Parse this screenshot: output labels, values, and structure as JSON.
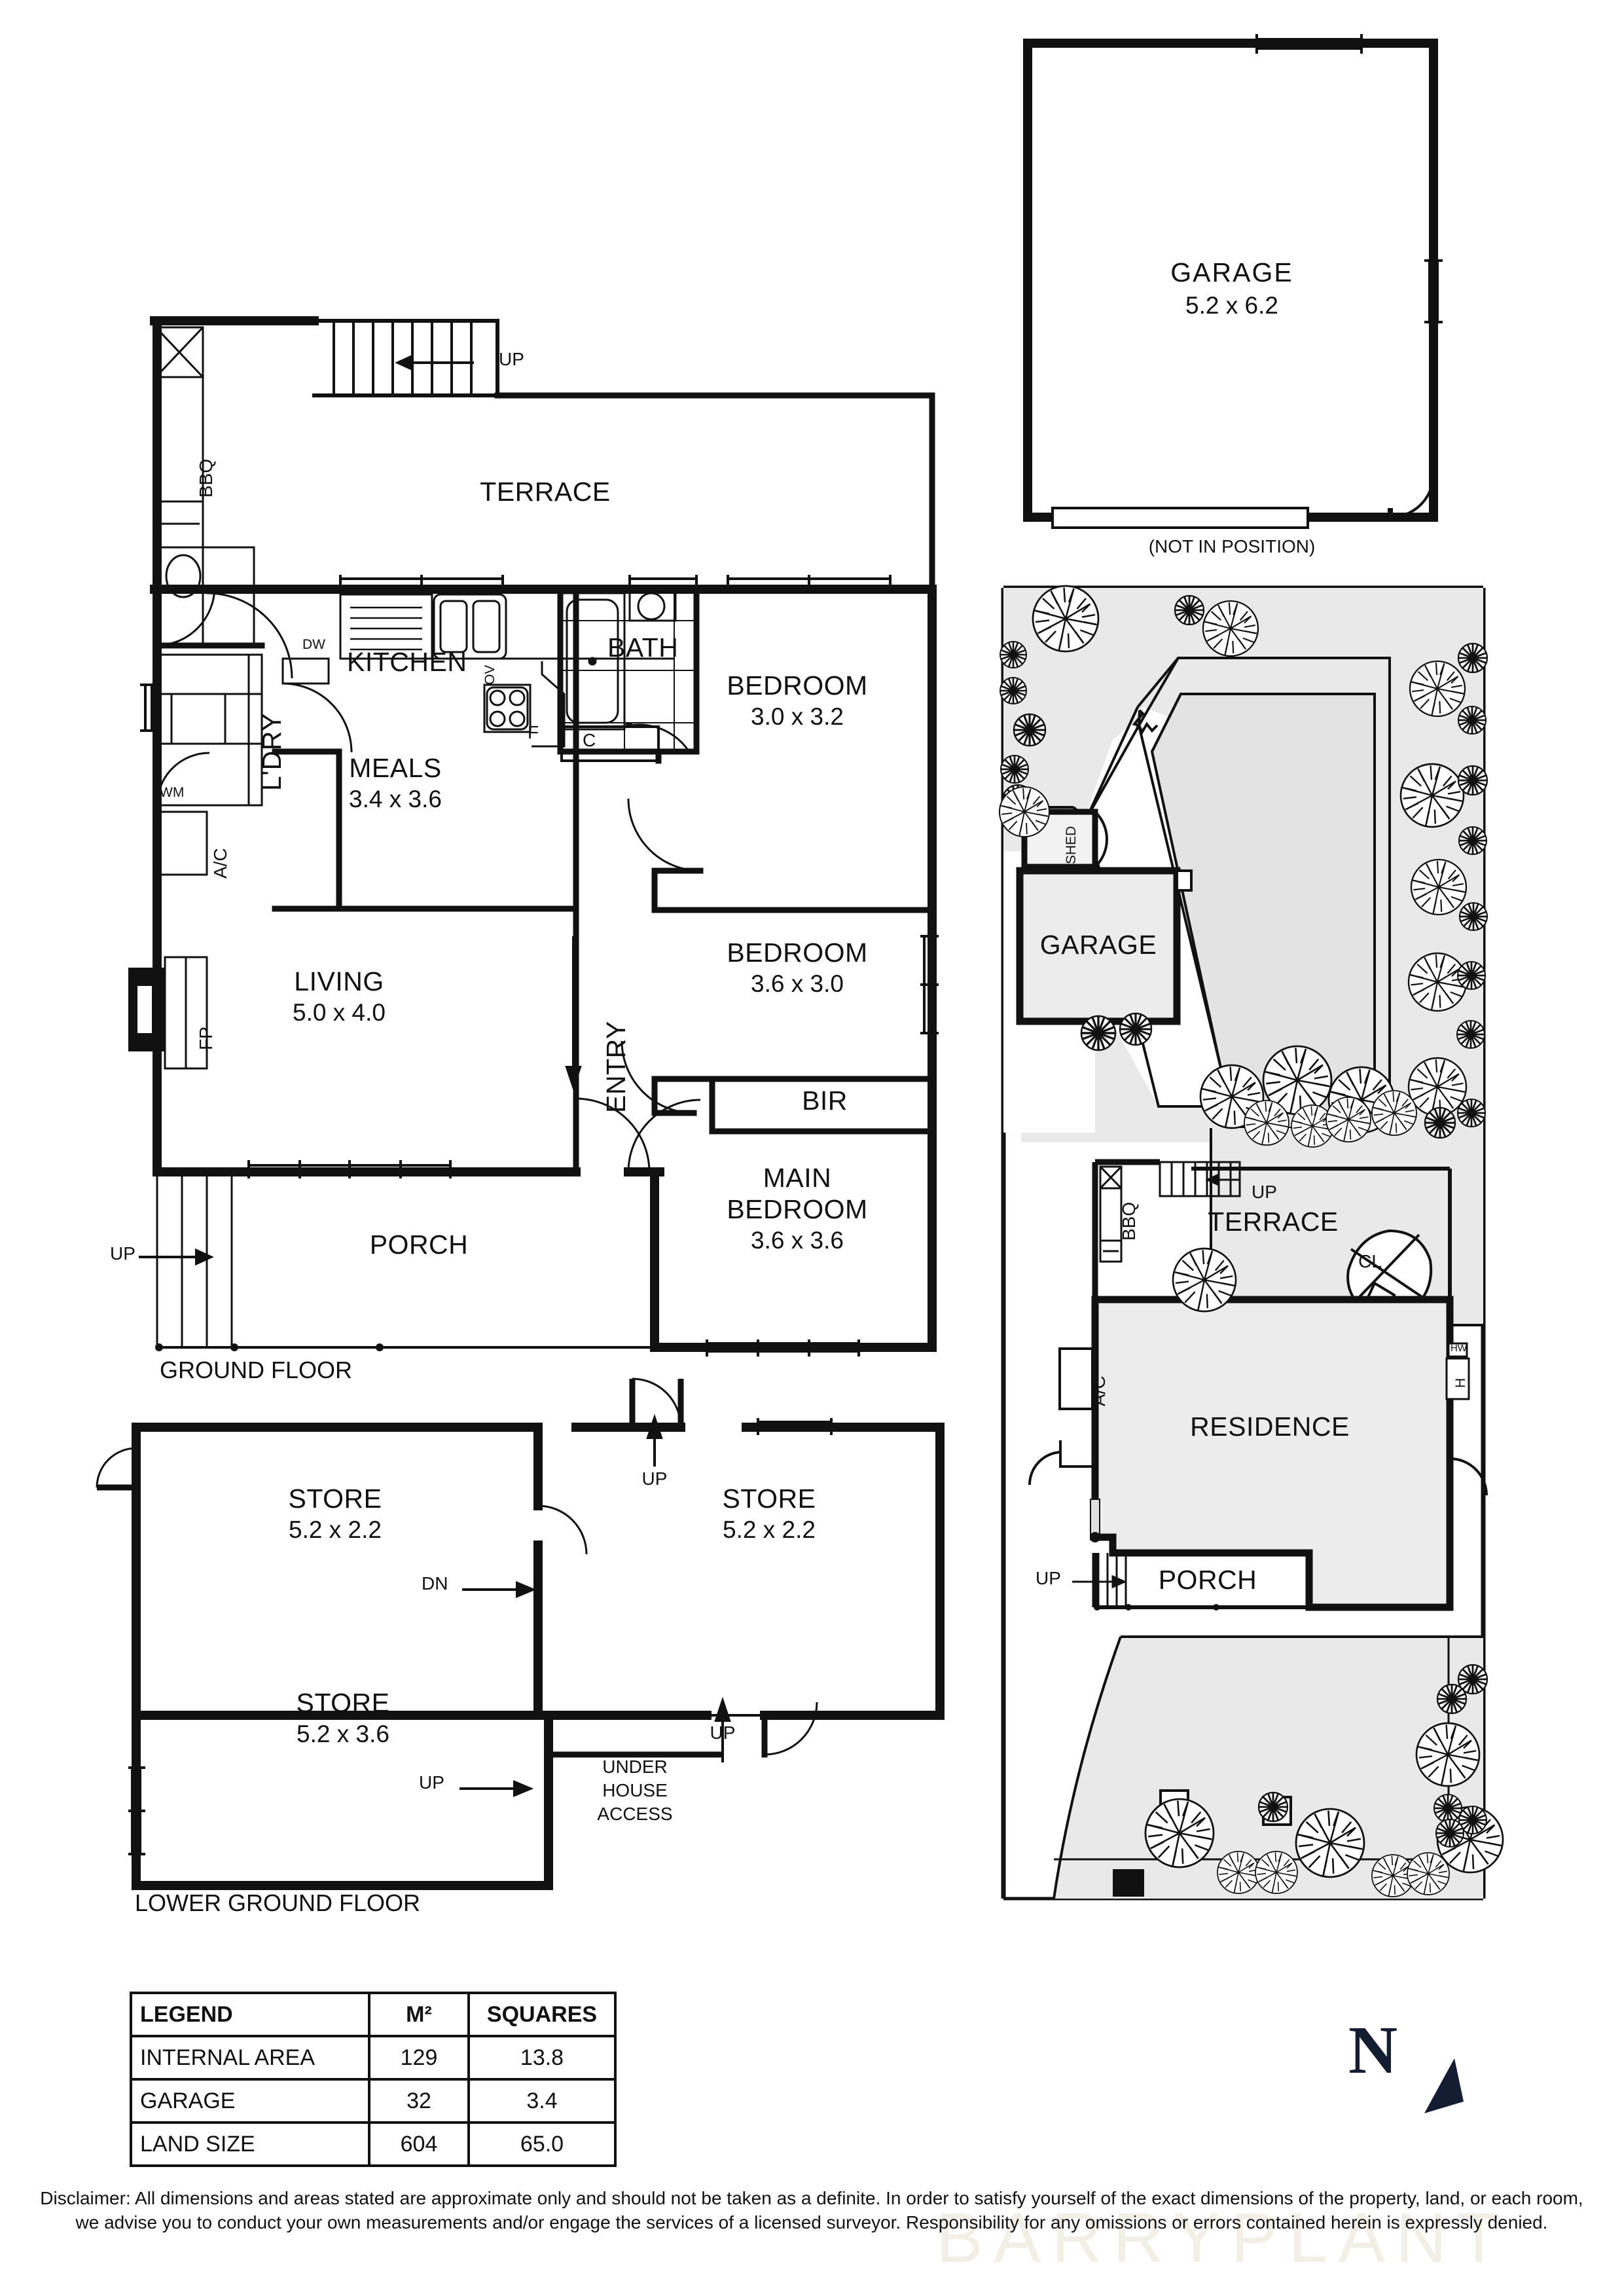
{
  "document": {
    "type": "real-estate-floorplan",
    "watermark": "BARRYPLANT"
  },
  "ground_floor": {
    "title": "GROUND FLOOR",
    "rooms": [
      {
        "name": "TERRACE",
        "dim": ""
      },
      {
        "name": "KITCHEN",
        "dim": ""
      },
      {
        "name": "BATH",
        "dim": ""
      },
      {
        "name": "BEDROOM",
        "dim": "3.0 x 3.2"
      },
      {
        "name": "MEALS",
        "dim": "3.4 x 3.6"
      },
      {
        "name": "BEDROOM",
        "dim": "3.6 x 3.0"
      },
      {
        "name": "LIVING",
        "dim": "5.0 x 4.0"
      },
      {
        "name": "ENTRY",
        "dim": ""
      },
      {
        "name": "BIR",
        "dim": ""
      },
      {
        "name": "PORCH",
        "dim": ""
      },
      {
        "name": "MAIN BEDROOM",
        "dim": "3.6 x 3.6"
      },
      {
        "name": "L'DRY",
        "dim": ""
      }
    ],
    "annotations": {
      "bbq": "BBQ",
      "dishwasher": "DW",
      "oven": "OV",
      "fridge": "F",
      "cupboard": "C",
      "washing_machine": "WM",
      "air_con": "A/C",
      "fireplace": "FP",
      "laundry": "L'DRY",
      "main_bedroom_line1": "MAIN",
      "main_bedroom_line2": "BEDROOM",
      "stair_up_terrace": "UP",
      "stair_up_porch": "UP",
      "entry_arrow": "ENTRY"
    }
  },
  "lower_ground_floor": {
    "title": "LOWER GROUND FLOOR",
    "rooms": [
      {
        "name": "STORE",
        "dim": "5.2 x 2.2"
      },
      {
        "name": "STORE",
        "dim": "5.2 x 2.2"
      },
      {
        "name": "STORE",
        "dim": "5.2 x 3.6"
      }
    ],
    "annotations": {
      "up_top": "UP",
      "dn": "DN",
      "up_mid_left": "UP",
      "up_mid_right": "UP",
      "under_house_1": "UNDER",
      "under_house_2": "HOUSE",
      "under_house_3": "ACCESS"
    }
  },
  "detached_garage": {
    "name": "GARAGE",
    "dim": "5.2 x 6.2",
    "note": "(NOT IN POSITION)"
  },
  "site_plan": {
    "labels": {
      "shed": "SHED",
      "garage": "GARAGE",
      "clothesline": "CL",
      "terrace": "TERRACE",
      "residence": "RESIDENCE",
      "porch": "PORCH",
      "bbq": "BBQ",
      "air_con": "A/C",
      "hot_water": "HW",
      "heater": "H",
      "up_terrace": "UP",
      "up_porch": "UP"
    }
  },
  "legend": {
    "headers": [
      "LEGEND",
      "M²",
      "SQUARES"
    ],
    "rows": [
      {
        "name": "INTERNAL AREA",
        "m2": "129",
        "squares": "13.8"
      },
      {
        "name": "GARAGE",
        "m2": "32",
        "squares": "3.4"
      },
      {
        "name": "LAND SIZE",
        "m2": "604",
        "squares": "65.0"
      }
    ]
  },
  "compass": {
    "label": "N",
    "color": "#151d33"
  },
  "disclaimer": "Disclaimer: All dimensions and areas stated are approximate only and should not be taken as a definite. In order to satisfy yourself of the exact dimensions of the property, land, or each room, we advise you to conduct your own measurements and/or engage the services of a licensed surveyor. Responsibility for any omissions or errors contained herein is expressly denied."
}
